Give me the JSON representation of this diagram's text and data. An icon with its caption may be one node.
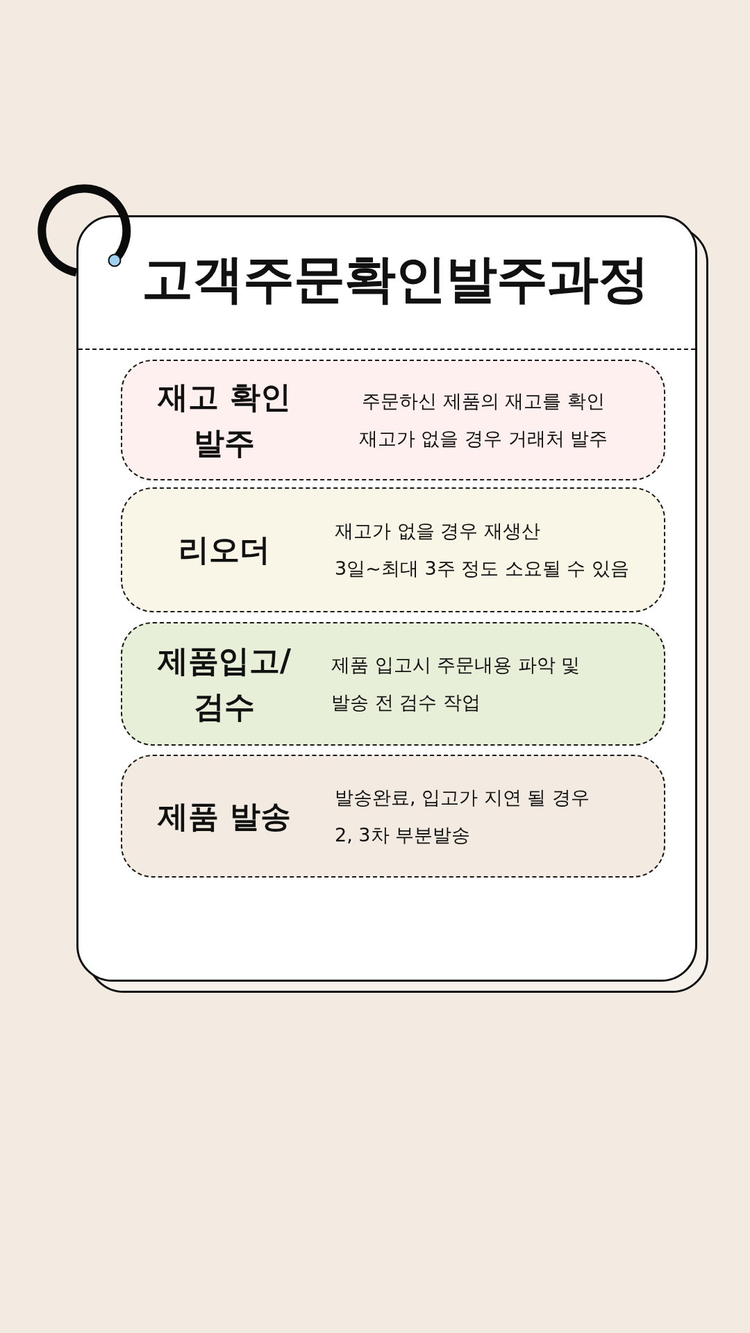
{
  "diagram": {
    "nodes": [
      {
        "text": [
          "고객주문확인발주과정"
        ]
      },
      {
        "text": [
          "재고 확인 발주",
          "주문하신 제품의 재고를 확인",
          "재고가 없을 경우 거래처 발주"
        ],
        "in": 0
      },
      {
        "text": [
          "리오더",
          "재고가 없을 경우 재생산",
          "3일~최대 3주 정도 소요될 수 있음"
        ],
        "in": 0
      },
      {
        "text": [
          "제품입고/ 검수",
          "제품 입고시 주문내용 파악 및 발송 전 검수 작업"
        ],
        "in": 0
      },
      {
        "text": [
          "제품 발송",
          "발송완료, 입고가 지연 될 경우 2, 3차 부분발송"
        ],
        "in": 0
      }
    ]
  }
}
